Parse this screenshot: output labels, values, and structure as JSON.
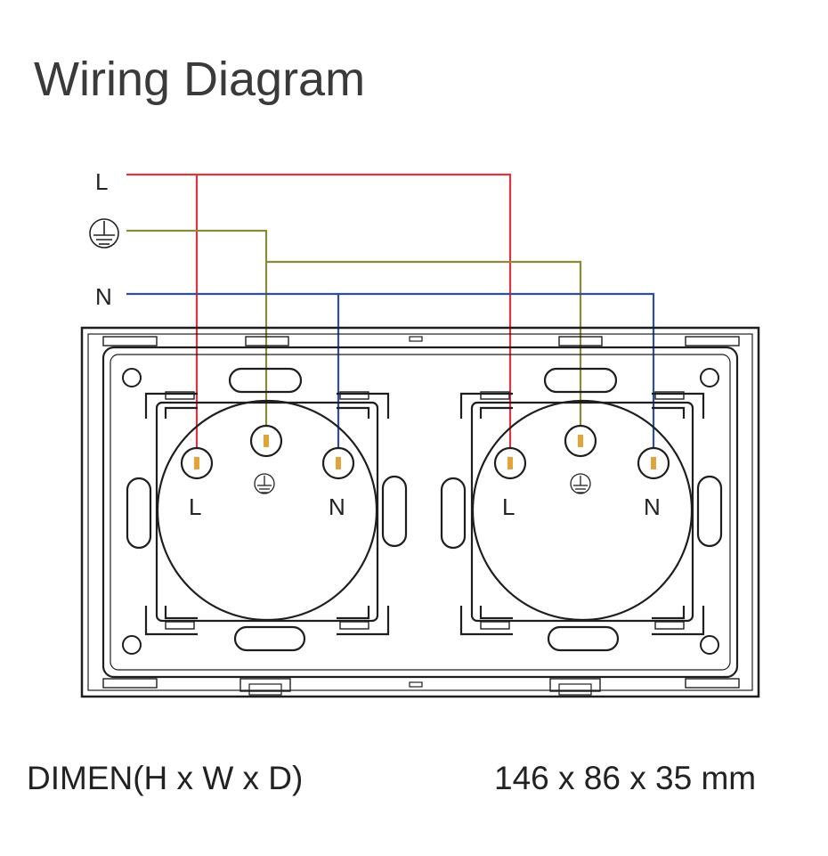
{
  "title": "Wiring Diagram",
  "wire_labels": {
    "live": "L",
    "neutral": "N"
  },
  "terminal_labels": {
    "live": "L",
    "neutral": "N"
  },
  "dimensions": {
    "label": "DIMEN(H x W x D)",
    "value": "146 x 86 x 35 mm"
  },
  "colors": {
    "live": "#d9363e",
    "earth": "#8a8a3a",
    "neutral": "#2f4e9e",
    "outline": "#1e1e1e",
    "terminal": "#e0a43a"
  },
  "icons": {
    "earth": "earth-ground-icon"
  }
}
